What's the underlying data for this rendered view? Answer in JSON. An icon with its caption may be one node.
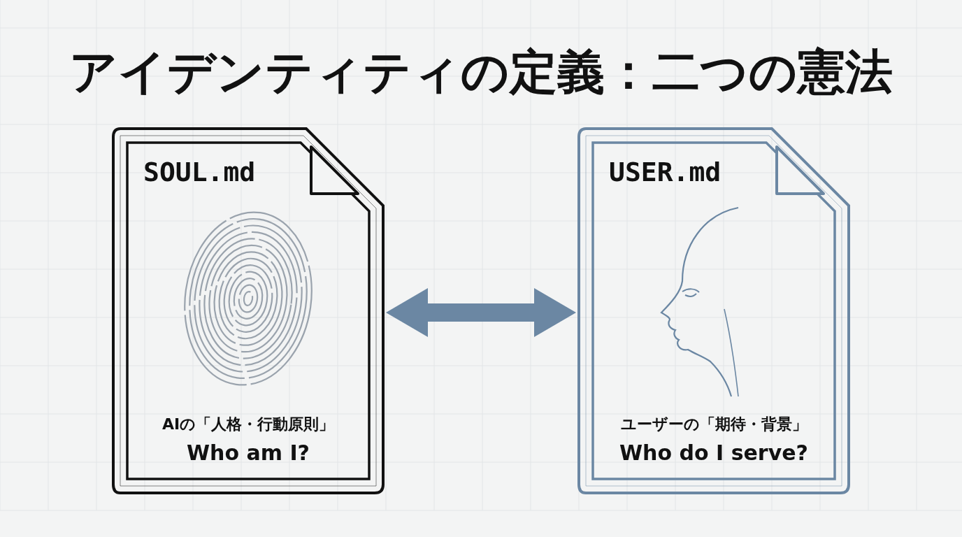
{
  "diagram": {
    "title": "アイデンティティの定義：二つの憲法",
    "nodes": [
      {
        "text": [
          "SOUL.md",
          "AIの「人格・行動原則」",
          "Who am I?"
        ]
      },
      {
        "text": [
          "USER.md",
          "ユーザーの「期待・背景」",
          "Who do I serve?"
        ]
      }
    ],
    "edges": [
      {
        "from": 0,
        "to": 1,
        "arrow": "both"
      }
    ]
  }
}
